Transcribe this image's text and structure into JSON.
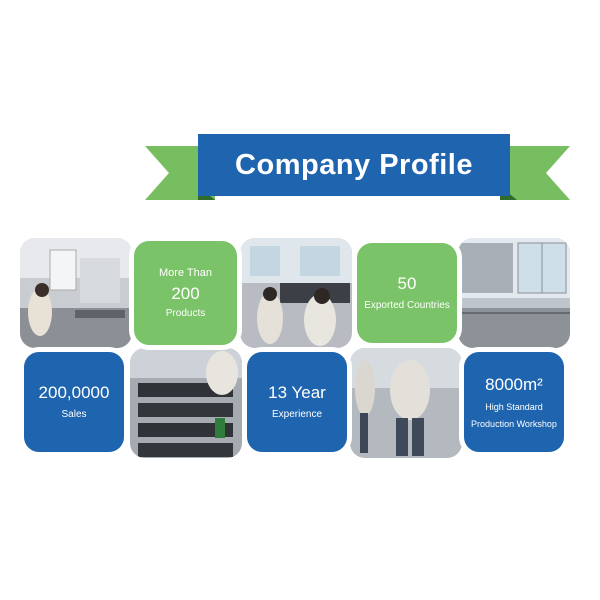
{
  "banner": {
    "title": "Company Profile"
  },
  "stats": {
    "products": {
      "line1": "More Than",
      "value": "200",
      "label": "Products"
    },
    "countries": {
      "value": "50",
      "label": "Exported Countries"
    },
    "sales": {
      "value": "200,0000",
      "label": "Sales"
    },
    "experience": {
      "value": "13 Year",
      "label": "Experience"
    },
    "workshop": {
      "value": "8000m²",
      "label1": "High Standard",
      "label2": "Production Workshop"
    }
  },
  "colors": {
    "blue": "#1e64ae",
    "green": "#7bc368",
    "ribbon_green": "#76be5f"
  }
}
